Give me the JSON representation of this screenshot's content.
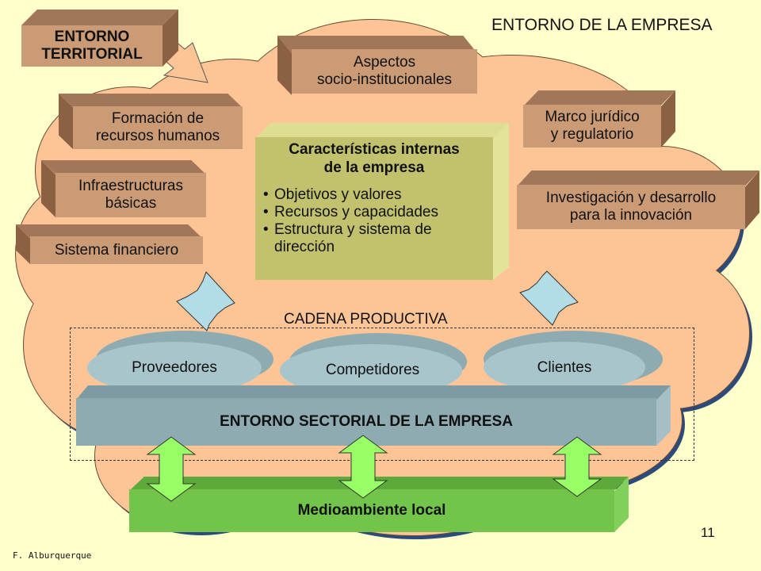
{
  "title": "ENTORNO DE LA EMPRESA",
  "territorial_label": "ENTORNO\nTERRITORIAL",
  "boxes": {
    "aspectos": "Aspectos\nsocio-institucionales",
    "formacion": "Formación de\nrecursos humanos",
    "infraestructuras": "Infraestructuras\nbásicas",
    "sistema_financiero": "Sistema financiero",
    "marco_juridico": "Marco jurídico\ny regulatorio",
    "investigacion": "Investigación y desarrollo\npara la innovación"
  },
  "internal": {
    "heading": "Características internas\nde la empresa",
    "bullets": [
      "Objetivos y valores",
      "Recursos y capacidades",
      "Estructura y sistema de\ndirección"
    ]
  },
  "chain": {
    "label": "CADENA PRODUCTIVA",
    "items": [
      "Proveedores",
      "Competidores",
      "Clientes"
    ]
  },
  "sectorial_label": "ENTORNO SECTORIAL DE LA EMPRESA",
  "medio_label": "Medioambiente local",
  "page_number": "11",
  "author": "F. Alburquerque",
  "colors": {
    "background": "#ffffcc",
    "cloud": "#fdc596",
    "tan_box": "#ca9b74",
    "internal_box": "#c2c16e",
    "sectorial_bar": "#8fabb2",
    "ellipse": "#a8c5cc",
    "medio_bar": "#73c44b",
    "green_arrow": "#99ff66",
    "blue_arrow": "#b3dde6"
  }
}
